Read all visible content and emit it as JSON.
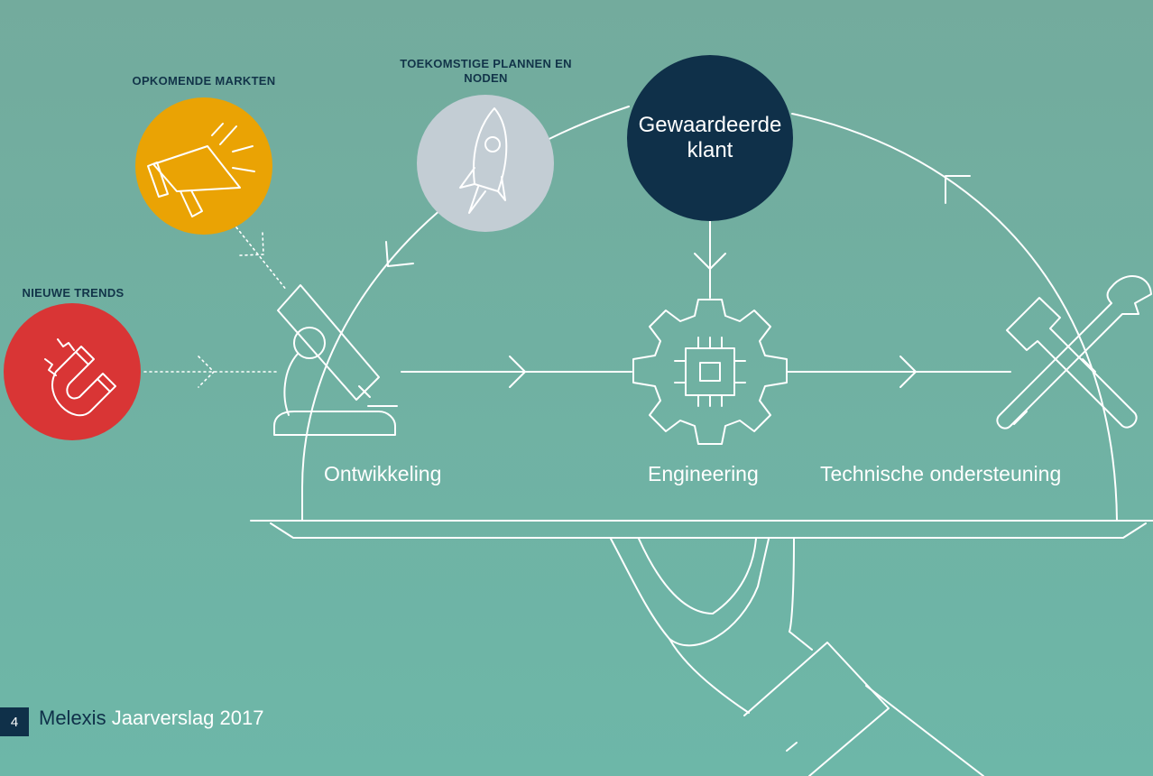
{
  "labels": {
    "emerging_markets": "OPKOMENDE MARKTEN",
    "future_plans": "TOEKOMSTIGE PLANNEN EN NODEN",
    "new_trends": "NIEUWE TRENDS",
    "valued_customer": "Gewaardeerde klant",
    "development": "Ontwikkeling",
    "engineering": "Engineering",
    "technical_support": "Technische ondersteuning"
  },
  "footer": {
    "page_number": "4",
    "brand": "Melexis",
    "doc_title": "Jaarverslag 2017"
  },
  "colors": {
    "background": "#73ab9d",
    "customer_circle": "#0f3049",
    "markets_circle": "#eaa304",
    "plans_circle": "#c3cdd4",
    "trends_circle": "#d93535",
    "line": "#ffffff"
  },
  "icons": [
    "megaphone-icon",
    "rocket-icon",
    "magnet-icon",
    "microscope-icon",
    "gear-chip-icon",
    "tools-icon",
    "serving-tray-icon"
  ]
}
